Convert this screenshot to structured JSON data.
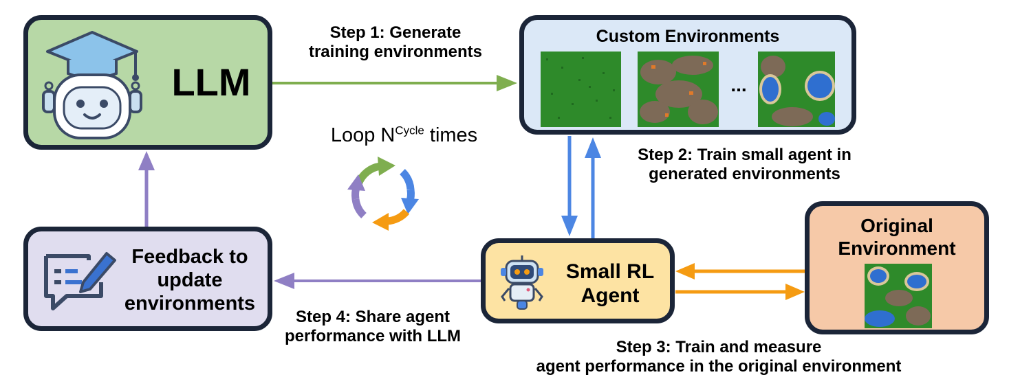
{
  "llm": {
    "label": "LLM"
  },
  "custom_env": {
    "title": "Custom Environments",
    "ellipsis": "..."
  },
  "feedback": {
    "label": "Feedback to update environments"
  },
  "agent": {
    "label": "Small RL Agent"
  },
  "original_env": {
    "label": "Original Environment"
  },
  "loop": {
    "prefix": "Loop N",
    "superscript": "Cycle",
    "suffix": " times"
  },
  "steps": {
    "step1_line1": "Step 1: Generate",
    "step1_line2": "training environments",
    "step2_line1": "Step 2: Train small agent in",
    "step2_line2": "generated environments",
    "step3_line1": "Step 3: Train and measure",
    "step3_line2": "agent performance in the original environment",
    "step4_line1": "Step 4: Share agent",
    "step4_line2": "performance with LLM"
  },
  "colors": {
    "box_border": "#1b2538",
    "llm_fill": "#b7d8a6",
    "custom_fill": "#dbe8f7",
    "feedback_fill": "#e0ddef",
    "agent_fill": "#fde3a3",
    "original_fill": "#f6c9a8",
    "arrow_green": "#7fae4f",
    "arrow_blue": "#4c86e3",
    "arrow_orange": "#f59b12",
    "arrow_purple": "#8f7fc4"
  },
  "icons": [
    "robot-graduate-icon",
    "robot-agent-icon",
    "chat-edit-icon",
    "cycle-arrows-icon"
  ]
}
